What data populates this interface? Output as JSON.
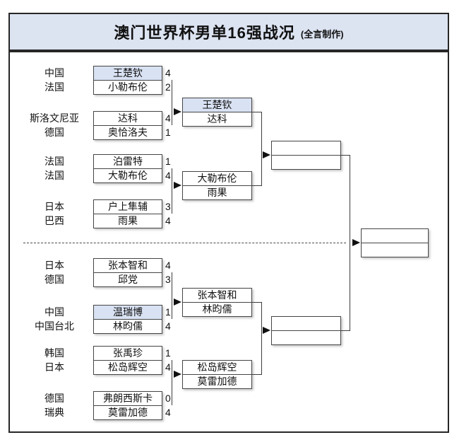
{
  "title": {
    "main": "澳门世界杯男单16强战况",
    "credit": "(全言制作)"
  },
  "colors": {
    "highlight": "#d9e2f3",
    "header_bg": "#dce3f1"
  },
  "bracket": {
    "round_of_16": [
      {
        "rows": [
          {
            "country": "中国",
            "player": "王楚钦",
            "score": "4",
            "highlight": true
          },
          {
            "country": "法国",
            "player": "小勒布伦",
            "score": "2",
            "highlight": false
          }
        ]
      },
      {
        "rows": [
          {
            "country": "斯洛文尼亚",
            "player": "达科",
            "score": "4",
            "highlight": false
          },
          {
            "country": "德国",
            "player": "奥恰洛夫",
            "score": "1",
            "highlight": false
          }
        ]
      },
      {
        "rows": [
          {
            "country": "法国",
            "player": "泊雷特",
            "score": "1",
            "highlight": false
          },
          {
            "country": "法国",
            "player": "大勒布伦",
            "score": "4",
            "highlight": false
          }
        ]
      },
      {
        "rows": [
          {
            "country": "日本",
            "player": "户上隼辅",
            "score": "3",
            "highlight": false
          },
          {
            "country": "巴西",
            "player": "雨果",
            "score": "4",
            "highlight": false
          }
        ]
      },
      {
        "rows": [
          {
            "country": "日本",
            "player": "张本智和",
            "score": "4",
            "highlight": false
          },
          {
            "country": "德国",
            "player": "邱党",
            "score": "3",
            "highlight": false
          }
        ]
      },
      {
        "rows": [
          {
            "country": "中国",
            "player": "温瑞博",
            "score": "1",
            "highlight": true
          },
          {
            "country": "中国台北",
            "player": "林昀儒",
            "score": "4",
            "highlight": false
          }
        ]
      },
      {
        "rows": [
          {
            "country": "韩国",
            "player": "张禹珍",
            "score": "1",
            "highlight": false
          },
          {
            "country": "日本",
            "player": "松岛辉空",
            "score": "4",
            "highlight": false
          }
        ]
      },
      {
        "rows": [
          {
            "country": "德国",
            "player": "弗朗西斯卡",
            "score": "0",
            "highlight": false
          },
          {
            "country": "瑞典",
            "player": "莫雷加德",
            "score": "4",
            "highlight": false
          }
        ]
      }
    ],
    "quarterfinals": [
      {
        "rows": [
          {
            "player": "王楚钦",
            "highlight": true
          },
          {
            "player": "达科",
            "highlight": false
          }
        ]
      },
      {
        "rows": [
          {
            "player": "大勒布伦",
            "highlight": false
          },
          {
            "player": "雨果",
            "highlight": false
          }
        ]
      },
      {
        "rows": [
          {
            "player": "张本智和",
            "highlight": false
          },
          {
            "player": "林昀儒",
            "highlight": false
          }
        ]
      },
      {
        "rows": [
          {
            "player": "松岛辉空",
            "highlight": false
          },
          {
            "player": "莫雷加德",
            "highlight": false
          }
        ]
      }
    ]
  }
}
